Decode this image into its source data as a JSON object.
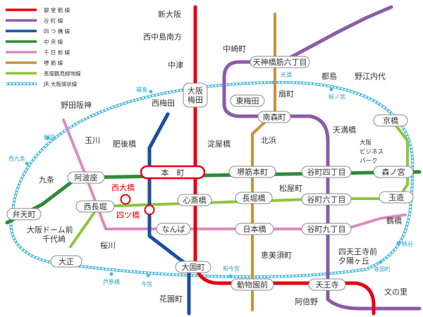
{
  "colors": {
    "midosuji": "#e60012",
    "tanimachi": "#8b5ca8",
    "yotsubashi": "#1a4fa0",
    "chuo": "#2e8b3a",
    "sennichimae": "#d88cc0",
    "sakaisuji": "#c8923c",
    "nagahori": "#8cc63f",
    "jr_loop": "#4bb8d8"
  },
  "legend": [
    {
      "key": "midosuji",
      "label": "御 堂 筋 線",
      "style": "solid"
    },
    {
      "key": "tanimachi",
      "label": "谷 町 線",
      "style": "solid"
    },
    {
      "key": "yotsubashi",
      "label": "四 つ 橋 線",
      "style": "solid"
    },
    {
      "key": "chuo",
      "label": "中 央 線",
      "style": "solid"
    },
    {
      "key": "sennichimae",
      "label": "千 日 前 線",
      "style": "solid"
    },
    {
      "key": "sakaisuji",
      "label": "堺 筋 線",
      "style": "solid"
    },
    {
      "key": "nagahori",
      "label": "長堀鶴見緑地線",
      "style": "solid"
    },
    {
      "key": "jr_loop",
      "label": "JR 大阪環状線",
      "style": "dashed"
    }
  ],
  "stations_plain": [
    {
      "id": "shin-osaka",
      "text": "新大阪"
    },
    {
      "id": "nishinakajima",
      "text": "西中島南方"
    },
    {
      "id": "nakatsu",
      "text": "中津"
    },
    {
      "id": "nishi-umeda",
      "text": "西梅田"
    },
    {
      "id": "higobashi",
      "text": "肥後橋"
    },
    {
      "id": "yodoyabashi",
      "text": "淀屋橋"
    },
    {
      "id": "noda-hanshin",
      "text": "野田阪神"
    },
    {
      "id": "tamagawa",
      "text": "玉川"
    },
    {
      "id": "kujo",
      "text": "九条"
    },
    {
      "id": "osaka-dome",
      "text": "大阪ドーム前"
    },
    {
      "id": "chiyozaki",
      "text": "千代崎"
    },
    {
      "id": "sakuragawa",
      "text": "桜川"
    },
    {
      "id": "hanazonocho",
      "text": "花園町"
    },
    {
      "id": "nakazakicho",
      "text": "中崎町"
    },
    {
      "id": "higashi-umeda",
      "text": "東梅田"
    },
    {
      "id": "ogimachi",
      "text": "扇町"
    },
    {
      "id": "miyakojima",
      "text": "都島"
    },
    {
      "id": "noe-uchindai",
      "text": "野江内代"
    },
    {
      "id": "tenma",
      "text": "天満橋"
    },
    {
      "id": "kitahama",
      "text": "北浜"
    },
    {
      "id": "matsuyamachi",
      "text": "松屋町"
    },
    {
      "id": "ebisucho",
      "text": "恵美須町"
    },
    {
      "id": "osakabusiness",
      "text": "大阪\nビジネス\nパーク"
    },
    {
      "id": "tsurumibashi",
      "text": "鶴橋"
    },
    {
      "id": "shitennoji",
      "text": "四天王寺前\n夕陽ヶ丘"
    },
    {
      "id": "abeno",
      "text": "阿倍野"
    },
    {
      "id": "fuminosato",
      "text": "文の里"
    }
  ],
  "stations_boxed": [
    {
      "id": "osaka-umeda",
      "text": "大阪\n梅田"
    },
    {
      "id": "tenjinbashi",
      "text": "天神橋筋六丁目"
    },
    {
      "id": "higashi-umeda-box",
      "text": "東梅田"
    },
    {
      "id": "minamimorimachi",
      "text": "南森町"
    },
    {
      "id": "tenmabashi",
      "text": "天満橋"
    },
    {
      "id": "kyobashi",
      "text": "京橋"
    },
    {
      "id": "awaza",
      "text": "阿波座"
    },
    {
      "id": "sakaisuji-hommachi",
      "text": "堺筋本町"
    },
    {
      "id": "tanimachi4",
      "text": "谷町四丁目"
    },
    {
      "id": "morinomiya",
      "text": "森ノ宮"
    },
    {
      "id": "bentencho",
      "text": "弁天町"
    },
    {
      "id": "nishinagahori",
      "text": "西長堀"
    },
    {
      "id": "shinsaibashi",
      "text": "心斎橋"
    },
    {
      "id": "nagahoribashi",
      "text": "長堀橋"
    },
    {
      "id": "tanimachi6",
      "text": "谷町六丁目"
    },
    {
      "id": "tamatsukuri",
      "text": "玉造"
    },
    {
      "id": "namba",
      "text": "なんば"
    },
    {
      "id": "nipponbashi",
      "text": "日本橋"
    },
    {
      "id": "tanimachi9",
      "text": "谷町九丁目"
    },
    {
      "id": "taisho",
      "text": "大正"
    },
    {
      "id": "daikokucho",
      "text": "大国町"
    },
    {
      "id": "dobutsuen",
      "text": "動物園前"
    },
    {
      "id": "tennoji",
      "text": "天王寺"
    }
  ],
  "station_highlight": {
    "hommachi": "本　町"
  },
  "stations_red": [
    {
      "id": "nishiohashi",
      "text": "西大橋"
    },
    {
      "id": "yotsubashi-st",
      "text": "四ツ橋"
    }
  ],
  "jr_labels": [
    {
      "id": "jr-fukushima",
      "text": "福島"
    },
    {
      "id": "jr-tenma",
      "text": "天満"
    },
    {
      "id": "jr-sakuranomiya",
      "text": "桜ノ宮"
    },
    {
      "id": "jr-noda",
      "text": "野田"
    },
    {
      "id": "jr-nishikujo",
      "text": "西九条"
    },
    {
      "id": "jr-ashiharabashi",
      "text": "芦原橋"
    },
    {
      "id": "jr-imamiya",
      "text": "今宮"
    },
    {
      "id": "jr-shinimamiya",
      "text": "新今宮"
    },
    {
      "id": "jr-teradacho",
      "text": "寺田町"
    },
    {
      "id": "jr-momodani",
      "text": "桃谷"
    }
  ]
}
